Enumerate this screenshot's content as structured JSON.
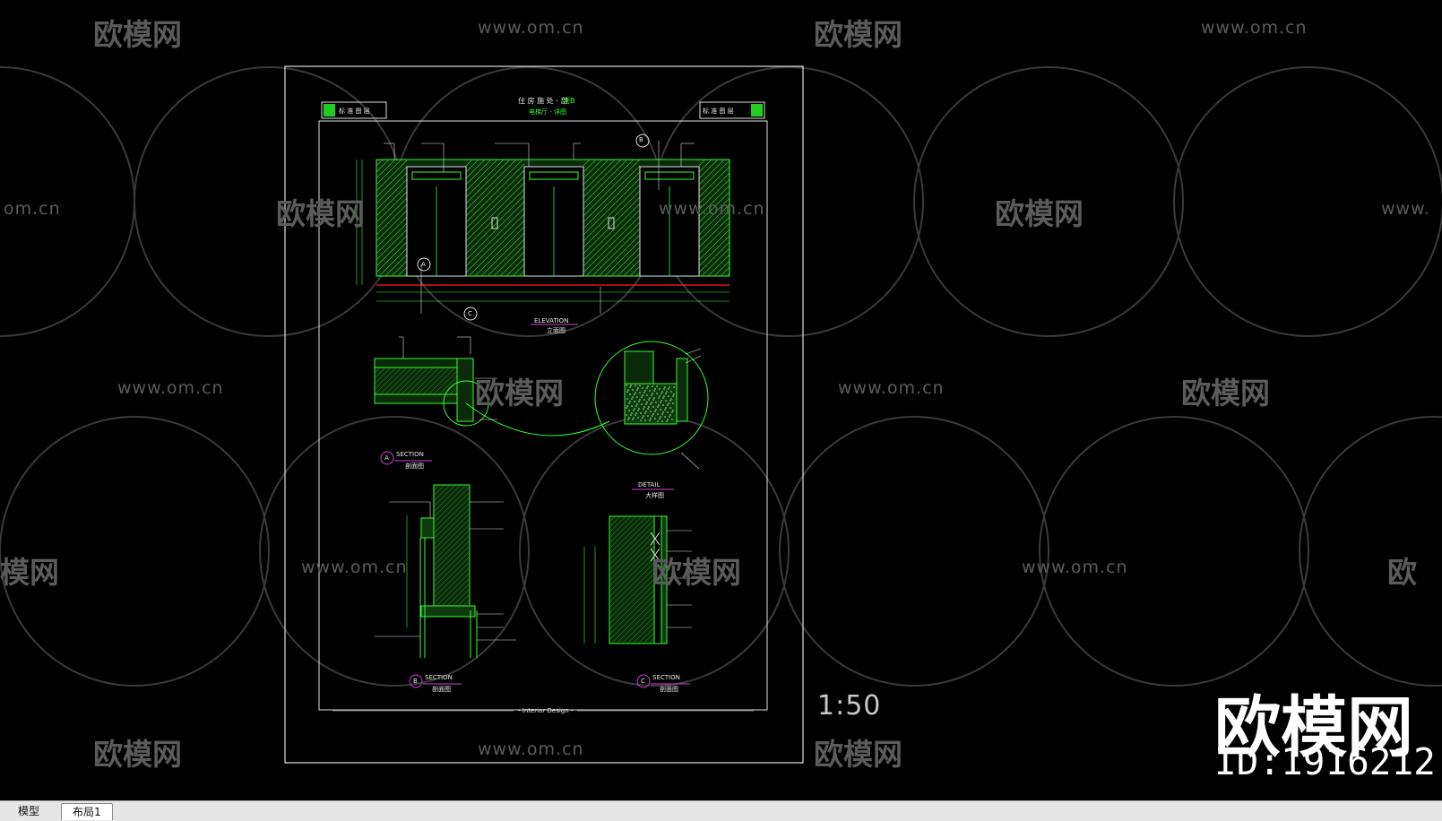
{
  "watermark": {
    "brand": "欧模网",
    "url": "www.om.cn",
    "url_fragment": "om.cn",
    "url_prefix": "www.",
    "brand_fragment_left": "模网",
    "brand_fragment_right": "欧"
  },
  "drawing": {
    "title_main": "住 房 施 处 - 剖",
    "title_code": "剖B",
    "title_sub": "电梯厅 - 详图",
    "logo_left_label": "标 准 图 层",
    "logo_right_label": "标 准 图 层",
    "elevation_label": "ELEVATION",
    "elevation_sub": "立面图",
    "section_a_label": "SECTION",
    "section_a_sub": "剖面图",
    "section_b_label": "SECTION",
    "section_b_sub": "剖面图",
    "section_c_label": "SECTION",
    "section_c_sub": "剖面图",
    "detail_label": "DETAIL",
    "detail_sub": "大样图",
    "footer_label": "- Interior Design -",
    "marker_a": "A",
    "marker_b": "B",
    "marker_c": "C"
  },
  "scale_text": "1:50",
  "brand_overlay": {
    "name": "欧模网",
    "id": "ID:1916212"
  },
  "tabs": [
    {
      "label": "模型"
    },
    {
      "label": "布局1"
    }
  ],
  "colors": {
    "background": "#000000",
    "cad_green": "#33ff33",
    "cad_white": "#e0e0e0",
    "cad_magenta": "#d040d0",
    "cad_red": "#ff2020",
    "watermark": "#5b5b5b"
  }
}
